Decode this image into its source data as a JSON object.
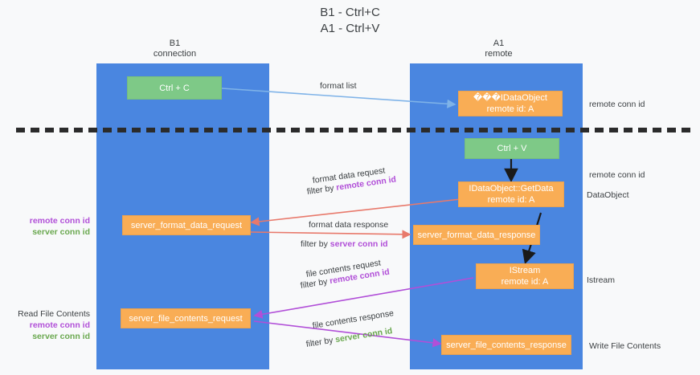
{
  "title": "B1 - Ctrl+C\nA1 - Ctrl+V",
  "columns": [
    {
      "name": "B1",
      "sub": "connection"
    },
    {
      "name": "A1",
      "sub": "remote"
    }
  ],
  "colors": {
    "lane": "#4a86e0",
    "green_box": "#7ec987",
    "orange_box": "#f9ad55",
    "remote_conn_id": "#b14fd8",
    "server_conn_id": "#6aa84f",
    "arrow_blue": "#7fb3e8",
    "arrow_red": "#e8796b",
    "arrow_purple": "#b14fd8",
    "arrow_black": "#1a1a1a",
    "background": "#f8f9fa"
  },
  "boxes": {
    "ctrl_c": "Ctrl + C",
    "ctrl_v": "Ctrl + V",
    "idataobject_title": "���IDataObject",
    "idataobject_sub": "remote id: A",
    "getdata_title": "IDataObject::GetData",
    "getdata_sub": "remote id: A",
    "istream_title": "IStream",
    "istream_sub": "remote id: A",
    "server_format_data_request": "server_format_data_request",
    "server_format_data_response": "server_format_data_response",
    "server_file_contents_request": "server_file_contents_request",
    "server_file_contents_response": "server_file_contents_response"
  },
  "edge_labels": {
    "format_list": "format list",
    "format_data_request": "format data request",
    "format_data_request_filter_prefix": "filter by ",
    "format_data_request_filter_key": "remote conn id",
    "format_data_response": "format data response",
    "format_data_response_filter_prefix": "filter by ",
    "format_data_response_filter_key": "server conn id",
    "file_contents_request": "file contents request",
    "file_contents_request_filter_prefix": "filter by ",
    "file_contents_request_filter_key": "remote conn id",
    "file_contents_response": "file contents response",
    "file_contents_response_filter_prefix": "filter by ",
    "file_contents_response_filter_key": "server conn id"
  },
  "annotations": {
    "right_remote_conn_id_top": "remote conn id",
    "right_remote_conn_id_mid": "remote conn id",
    "right_dataobject": "DataObject",
    "right_istream": "Istream",
    "right_write_file_contents": "Write File Contents",
    "left_remote_conn_id": "remote conn id",
    "left_server_conn_id": "server conn id",
    "left_read_file_contents": "Read File Contents",
    "left_remote_conn_id_2": "remote conn id",
    "left_server_conn_id_2": "server conn id"
  }
}
